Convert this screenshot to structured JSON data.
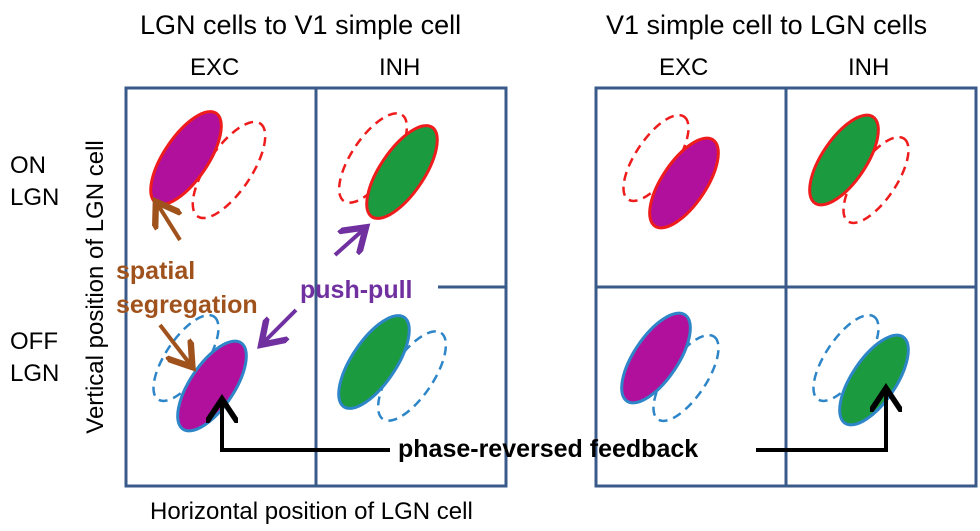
{
  "titles": {
    "left": "LGN cells to V1 simple cell",
    "right": "V1 simple cell  to LGN cells"
  },
  "columns": {
    "left_exc": "EXC",
    "left_inh": "INH",
    "right_exc": "EXC",
    "right_inh": "INH"
  },
  "rows": {
    "on_line1": "ON",
    "on_line2": "LGN",
    "off_line1": "OFF",
    "off_line2": "LGN"
  },
  "axes": {
    "x": "Horizontal position of LGN cell",
    "y": "Vertical position of LGN cell"
  },
  "annotations": {
    "spatial_line1": "spatial",
    "spatial_line2": "segregation",
    "push_pull": "push-pull",
    "feedback": "phase-reversed feedback"
  },
  "colors": {
    "grid": "#3a5a8a",
    "on_outline": "#ee1c1c",
    "off_outline": "#2e86c8",
    "exc_fill": "#b0109b",
    "inh_fill": "#1b9a3f",
    "brown": "#a0521d",
    "purple": "#7030a0"
  }
}
